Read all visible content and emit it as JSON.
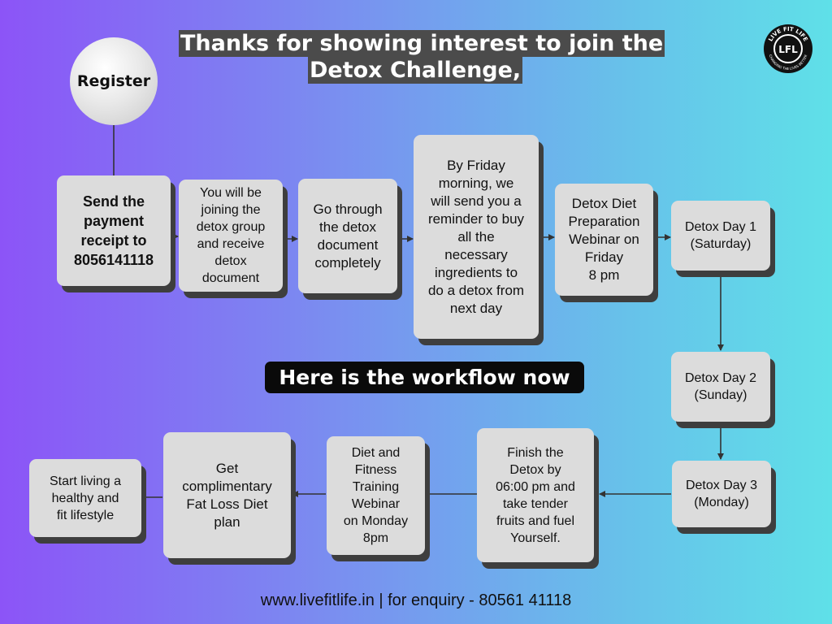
{
  "header": {
    "title_line1": "Thanks for showing interest to join the",
    "title_line2": "Detox Challenge,"
  },
  "logo": {
    "ring_text": "LIVE FIT LIFE",
    "tagline": "CHANGING THE LIVES BETTER",
    "monogram": "LFL"
  },
  "register": {
    "label": "Register"
  },
  "steps": {
    "payment": {
      "line1": "Send the",
      "line2": "payment",
      "line3": "receipt to",
      "line4": "8056141118"
    },
    "group": {
      "line1": "You will be",
      "line2": "joining the",
      "line3": "detox group",
      "line4": "and receive",
      "line5": "detox",
      "line6": "document"
    },
    "document": {
      "line1": "Go through",
      "line2": "the detox",
      "line3": "document",
      "line4": "completely"
    },
    "reminder": {
      "line1": "By Friday",
      "line2": "morning, we",
      "line3": "will send you a",
      "line4": "reminder to buy",
      "line5": "all the",
      "line6": "necessary",
      "line7": "ingredients to",
      "line8": "do a detox from",
      "line9": "next day"
    },
    "webinar": {
      "line1": "Detox Diet",
      "line2": "Preparation",
      "line3": "Webinar on",
      "line4": "Friday",
      "line5": "8 pm"
    },
    "day1": {
      "line1": "Detox Day 1",
      "line2": "(Saturday)"
    },
    "day2": {
      "line1": "Detox Day 2",
      "line2": "(Sunday)"
    },
    "day3": {
      "line1": "Detox Day 3",
      "line2": "(Monday)"
    },
    "finish": {
      "line1": "Finish the",
      "line2": "Detox by",
      "line3": "06:00 pm and",
      "line4": "take tender",
      "line5": "fruits and fuel",
      "line6": "Yourself."
    },
    "training": {
      "line1": "Diet and",
      "line2": "Fitness",
      "line3": "Training",
      "line4": "Webinar",
      "line5": "on Monday",
      "line6": "8pm"
    },
    "plan": {
      "line1": "Get",
      "line2": "complimentary",
      "line3": "Fat Loss Diet",
      "line4": "plan"
    },
    "lifestyle": {
      "line1": "Start living a",
      "line2": "healthy and",
      "line3": "fit lifestyle"
    }
  },
  "banner": {
    "label": "Here is the workflow now"
  },
  "footer": {
    "text": "www.livefitlife.in | for enquiry - 80561 41118"
  }
}
